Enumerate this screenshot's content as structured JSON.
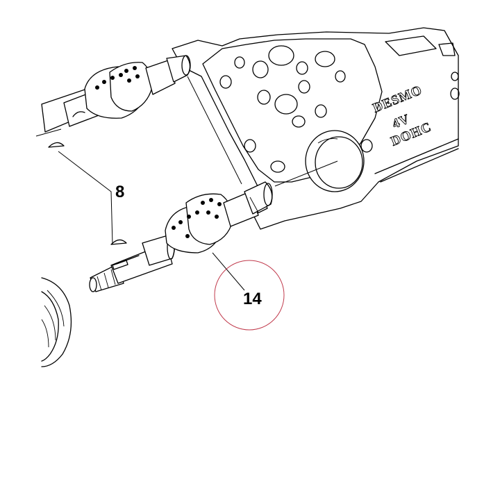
{
  "callouts": [
    {
      "id": "8",
      "label": "8"
    },
    {
      "id": "14",
      "label": "14",
      "highlighted": true
    }
  ],
  "engine_markings": [
    "DESMO",
    "4V",
    "DOHC"
  ],
  "colors": {
    "line": "#000000",
    "background": "#ffffff",
    "highlight_circle": "#c0394b"
  }
}
